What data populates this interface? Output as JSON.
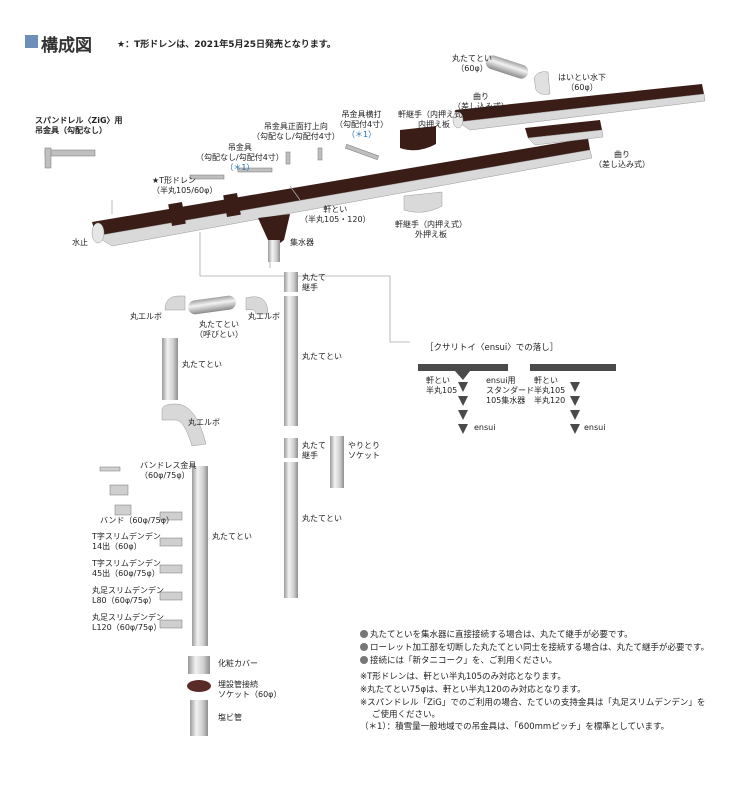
{
  "header": {
    "title": "構成図",
    "note": "★：T形ドレンは、2021年5月25日発売となります。"
  },
  "labels": {
    "spandrel": [
      "スパンドレル〈ZiG〉用",
      "吊金具（勾配なし）"
    ],
    "tsuri_kanagu": [
      "吊金具",
      "（勾配なし/勾配付4寸）",
      "（＊1）"
    ],
    "tsuri_shomen": [
      "吊金具正面打上向",
      "（勾配なし/勾配付4寸）"
    ],
    "tsuri_yoko": [
      "吊金具横打",
      "（勾配付4寸）",
      "（＊1）"
    ],
    "t_drain": [
      "★T形ドレン",
      "（半丸105/60φ）"
    ],
    "mizujimari": "水止",
    "nokitoi": [
      "軒とい",
      "（半丸105・120）"
    ],
    "shusuiki": "集水器",
    "tsugite_in_uchi": [
      "軒継手（内押え式）",
      "内押え板"
    ],
    "tsugite_in_soto": [
      "軒継手（内押え式）",
      "外押え板"
    ],
    "marutatoi_top": [
      "丸たてとい",
      "（60φ）"
    ],
    "haitoi": [
      "はいとい水下",
      "（60φ）"
    ],
    "magari_top": [
      "曲り",
      "（差し込み式）"
    ],
    "magari_right": [
      "曲り",
      "（差し込み式）"
    ],
    "maru_elbow_1": "丸エルボ",
    "maru_elbow_2": "丸エルボ",
    "maru_elbow_3": "丸エルボ",
    "marutatoi_yobi": [
      "丸たてとい",
      "（呼びとい）"
    ],
    "marutatoi_a": "丸たてとい",
    "marutatoi_b": "丸たてとい",
    "marutatoi_c": "丸たてとい",
    "marutatoi_d": "丸たてとい",
    "marutate_tsugite_1": [
      "丸たて",
      "継手"
    ],
    "marutate_tsugite_2": [
      "丸たて",
      "継手"
    ],
    "yaritori": [
      "やりとり",
      "ソケット"
    ],
    "bandless": [
      "バンドレス金具",
      "（60φ/75φ）"
    ],
    "band": "バンド（60φ/75φ）",
    "t_slim_14": [
      "T字スリムデンデン",
      "14出（60φ）"
    ],
    "t_slim_45": [
      "T字スリムデンデン",
      "45出（60φ/75φ）"
    ],
    "maruashi_l80": [
      "丸足スリムデンデン",
      "L80（60φ/75φ）"
    ],
    "maruashi_l120": [
      "丸足スリムデンデン",
      "L120（60φ/75φ）"
    ],
    "kesho_cover": "化粧カバー",
    "maisetsu": [
      "埋設管接続",
      "ソケット（60φ）"
    ],
    "enbi": "塩ビ管",
    "kusari": {
      "title": "［クサリトイ〈ensui〉での落し］",
      "left_gutter": [
        "軒とい",
        "半丸105"
      ],
      "collector": [
        "ensui用",
        "スタンダード",
        "105集水器"
      ],
      "right_gutter": [
        "軒とい",
        "半丸105",
        "半丸120"
      ],
      "ensui_left": "ensui",
      "ensui_right": "ensui"
    }
  },
  "notes": [
    "丸たてといを集水器に直接接続する場合は、丸たて継手が必要です。",
    "ローレット加工部を切断した丸たてとい同士を接続する場合は、丸たて継手が必要です。",
    "接続には「新タニコーク」を、ご利用ください。",
    "※T形ドレンは、軒とい半丸105のみ対応となります。",
    "※丸たてとい75φは、軒とい半丸120のみ対応となります。",
    "※スパンドレル「ZiG」でのご利用の場合、たていの支持金具は「丸足スリムデンデン」を",
    "ご使用ください。",
    "（＊1）：積雪量一般地域での吊金具は、「600mmピッチ」を標準としています。"
  ],
  "colors": {
    "gutter": "#3b1d17",
    "pipe": "#c9c9c9",
    "accent": "#1f6fb5",
    "title_mark": "#6e8fb7"
  }
}
